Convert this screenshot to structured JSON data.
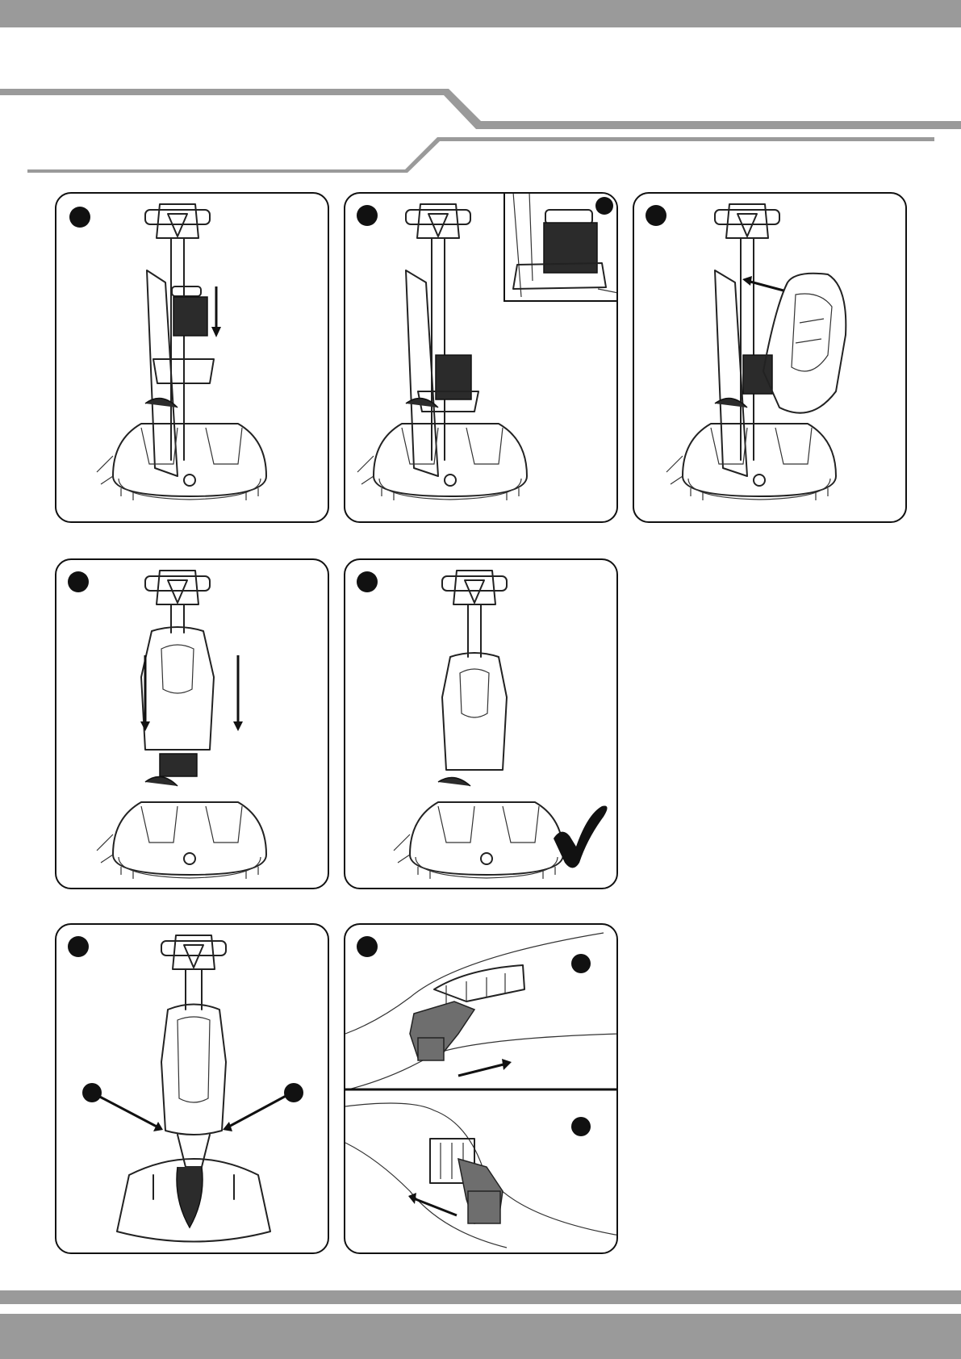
{
  "page": {
    "header_color": "#9a9a9a",
    "line_color": "#9a9a9a",
    "panel_border_color": "#111111",
    "marker_color": "#111111"
  },
  "panels": [
    {
      "id": "step-1",
      "icon": "insert-battery-illustration",
      "markers": [
        "step-marker"
      ]
    },
    {
      "id": "step-2",
      "icon": "battery-seated-illustration",
      "markers": [
        "step-marker",
        "detail-marker"
      ]
    },
    {
      "id": "step-3",
      "icon": "attach-tank-illustration",
      "markers": [
        "step-marker"
      ]
    },
    {
      "id": "step-4",
      "icon": "lower-tank-illustration",
      "markers": [
        "step-marker"
      ]
    },
    {
      "id": "step-5",
      "icon": "assembled-machine-illustration",
      "markers": [
        "step-marker",
        "checkmark-icon"
      ]
    },
    {
      "id": "step-6",
      "icon": "latch-points-illustration",
      "markers": [
        "step-marker",
        "left-latch-marker",
        "right-latch-marker"
      ]
    },
    {
      "id": "step-7",
      "icon": "latch-open-close-illustration",
      "markers": [
        "step-marker",
        "latch-open-marker",
        "latch-close-marker"
      ]
    }
  ]
}
